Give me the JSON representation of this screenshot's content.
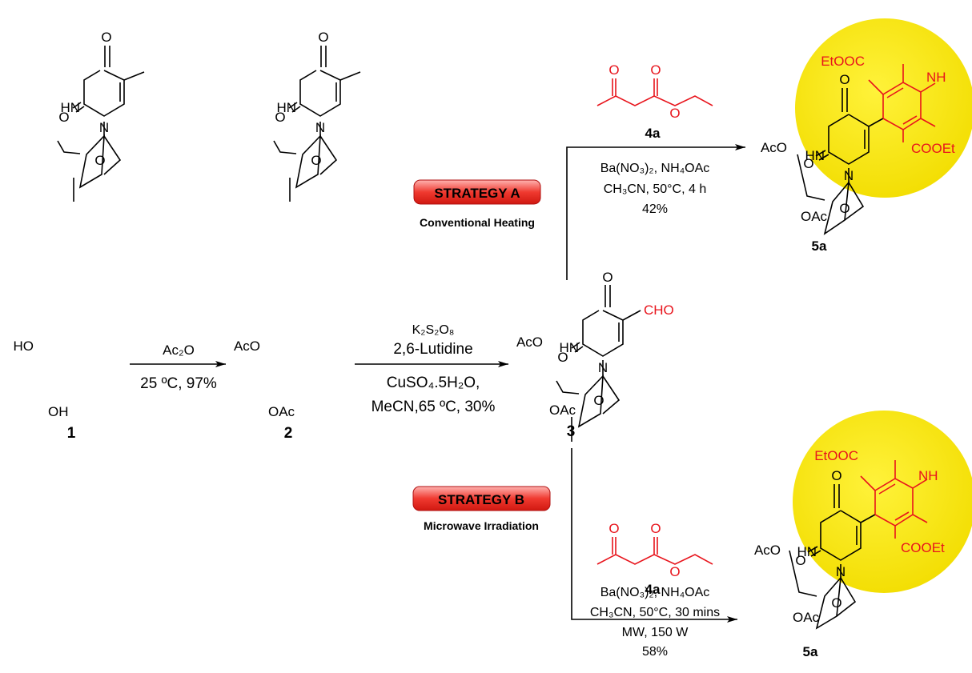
{
  "colors": {
    "accent": "#e8141c",
    "highlight": "#f5e400",
    "line": "#000000"
  },
  "compounds": {
    "c1": {
      "label": "1",
      "groups": {
        "ho": "HO",
        "oh": "OH",
        "hn": "HN",
        "o_top": "O",
        "o_left": "O",
        "n": "N",
        "o_ring": "O"
      }
    },
    "c2": {
      "label": "2",
      "groups": {
        "aco": "AcO",
        "oac": "OAc",
        "hn": "HN",
        "o_top": "O",
        "o_left": "O",
        "n": "N",
        "o_ring": "O"
      }
    },
    "c3": {
      "label": "3",
      "groups": {
        "aco": "AcO",
        "oac": "OAc",
        "hn": "HN",
        "o_top": "O",
        "o_left": "O",
        "n": "N",
        "o_ring": "O",
        "cho": "CHO"
      }
    },
    "c5a_top": {
      "label": "5a",
      "groups": {
        "etooc": "EtOOC",
        "nh": "NH",
        "cooet": "COOEt",
        "hn": "HN",
        "o_top": "O",
        "o_left": "O",
        "n": "N",
        "aco": "AcO",
        "o_ring": "O",
        "oac": "OAc"
      }
    },
    "c5a_bottom": {
      "label": "5a",
      "groups": {
        "etooc": "EtOOC",
        "nh": "NH",
        "cooet": "COOEt",
        "hn": "HN",
        "o_top": "O",
        "o_left": "O",
        "n": "N",
        "aco": "AcO",
        "o_ring": "O",
        "oac": "OAc"
      }
    },
    "c4a_top": {
      "label": "4a",
      "groups": {
        "o1": "O",
        "o2": "O",
        "o3": "O"
      }
    },
    "c4a_bottom": {
      "label": "4a",
      "groups": {
        "o1": "O",
        "o2": "O",
        "o3": "O"
      }
    }
  },
  "steps": {
    "s1": {
      "reagent": "Ac₂O",
      "conditions": "25 ºC, 97%"
    },
    "s2": {
      "line1": "K₂S₂O₈",
      "line2": "2,6-Lutidine",
      "line3": "CuSO₄.5H₂O,",
      "line4": "MeCN,65 ºC, 30%"
    }
  },
  "strategy_a": {
    "badge": "STRATEGY A",
    "subtitle": "Conventional Heating",
    "line1": "Ba(NO₃)₂, NH₄OAc",
    "line2": "CH₃CN, 50°C, 4 h",
    "line3": "42%"
  },
  "strategy_b": {
    "badge": "STRATEGY B",
    "subtitle": "Microwave Irradiation",
    "line1": "Ba(NO₃)₂, NH₄OAc",
    "line2": "CH₃CN, 50°C, 30 mins",
    "line3": "MW, 150 W",
    "line4": "58%"
  }
}
